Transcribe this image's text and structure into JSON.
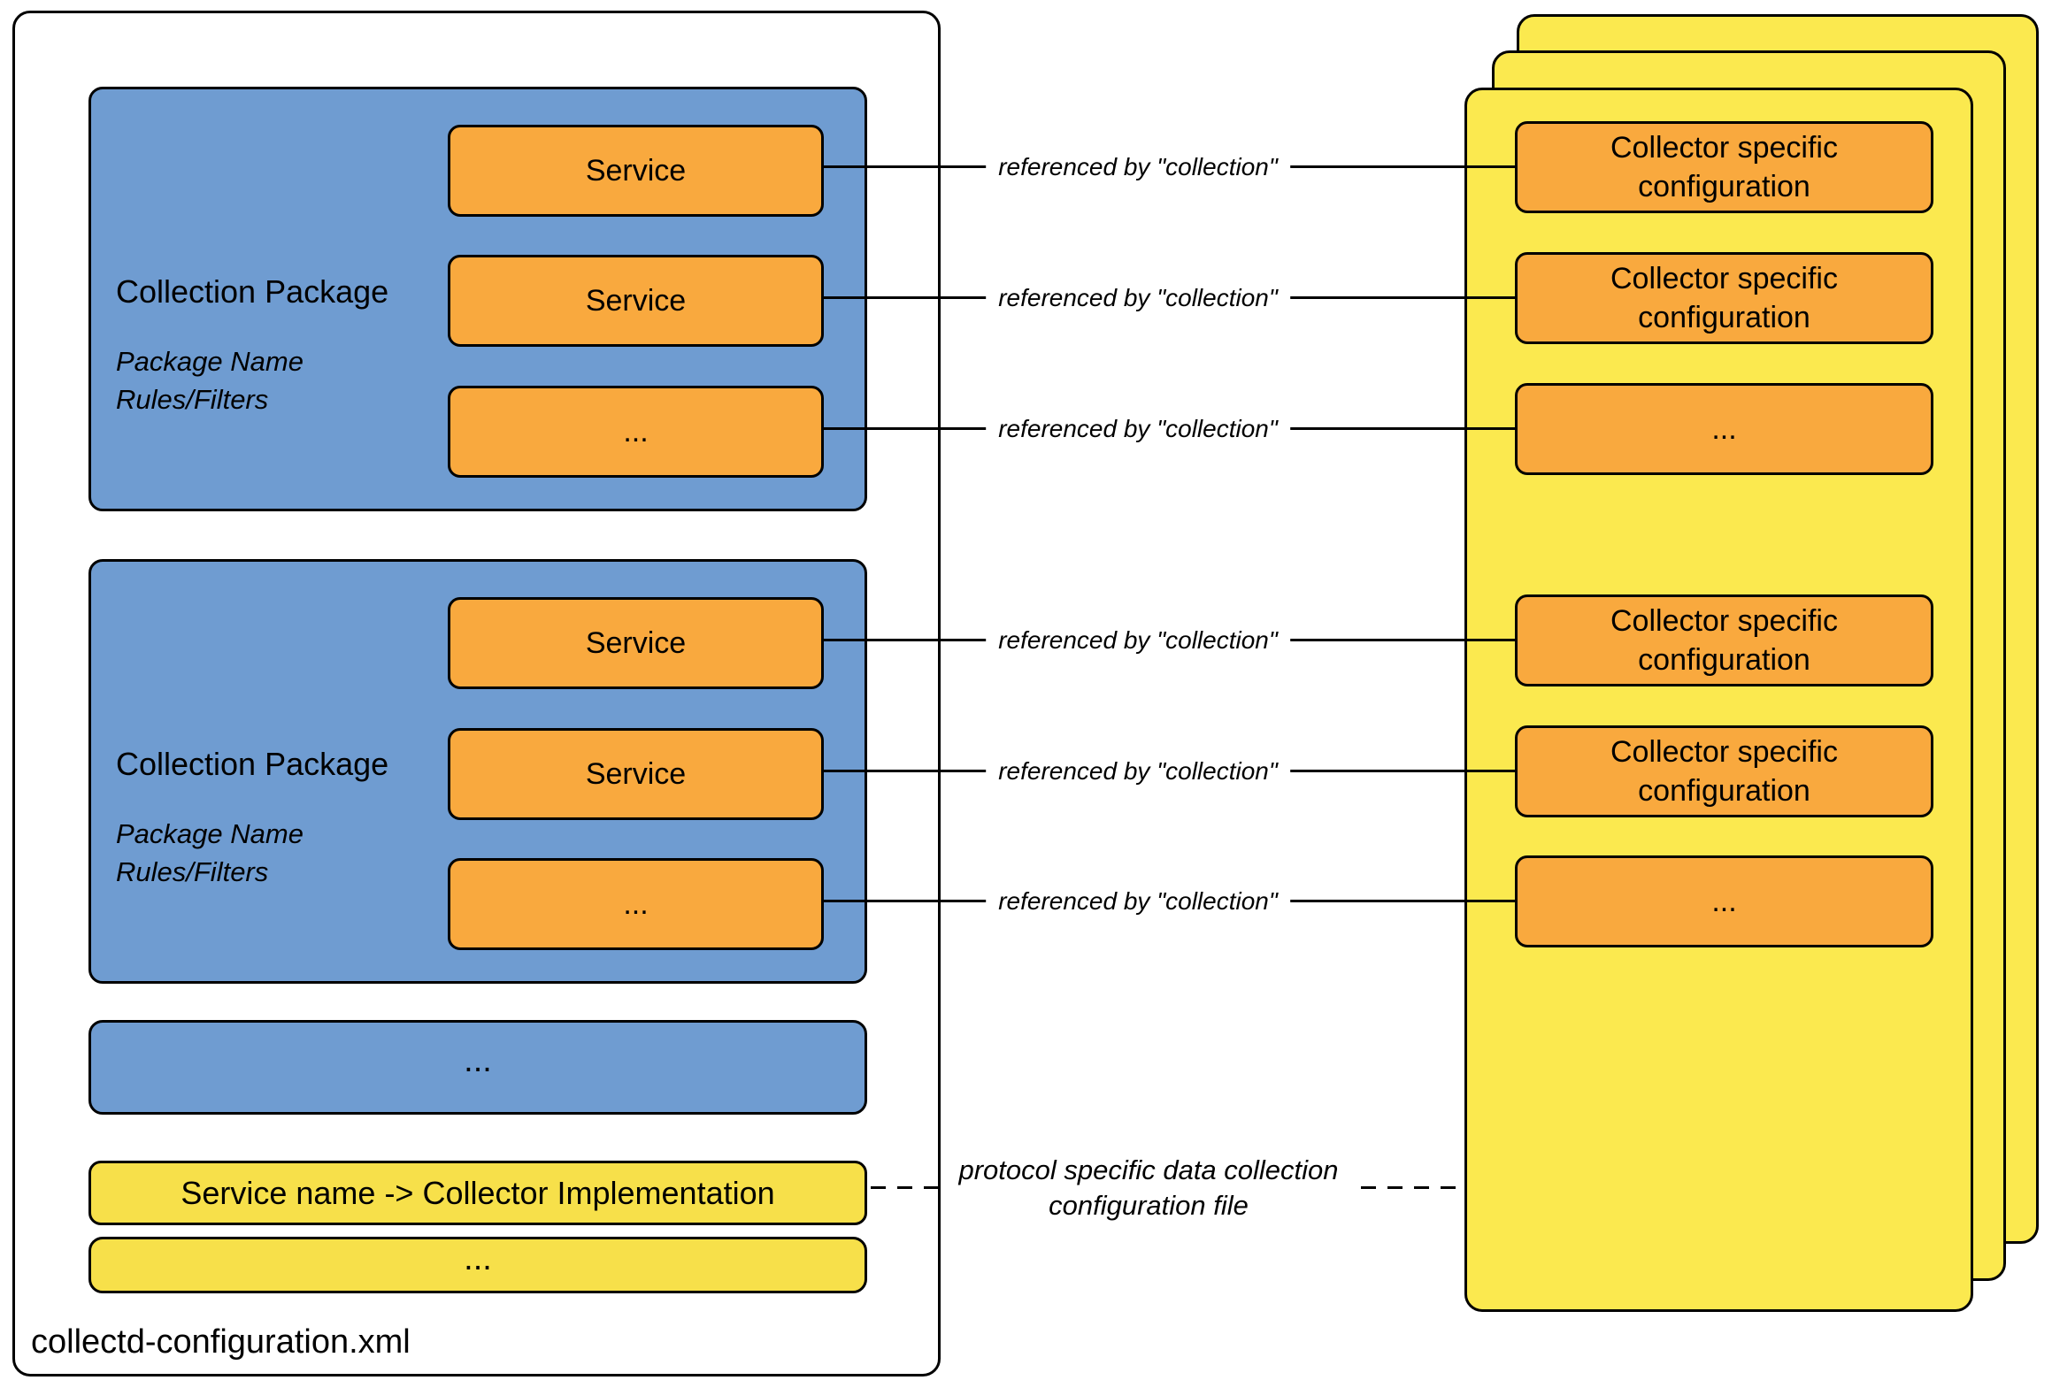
{
  "diagram": {
    "file_container": {
      "label": "collectd-configuration.xml",
      "packages": [
        {
          "title": "Collection Package",
          "subtitle_line1": "Package Name",
          "subtitle_line2": "Rules/Filters",
          "services": [
            "Service",
            "Service",
            "..."
          ]
        },
        {
          "title": "Collection Package",
          "subtitle_line1": "Package Name",
          "subtitle_line2": "Rules/Filters",
          "services": [
            "Service",
            "Service",
            "..."
          ]
        }
      ],
      "more_packages_label": "...",
      "mapping_box_label": "Service name -> Collector Implementation",
      "more_mappings_label": "..."
    },
    "collector_stack": {
      "boxes": [
        "Collector specific configuration",
        "Collector specific configuration",
        "...",
        "Collector specific configuration",
        "Collector specific configuration",
        "..."
      ]
    },
    "connections": {
      "referenced_label": "referenced by \"collection\"",
      "protocol_label_line1": "protocol specific data collection",
      "protocol_label_line2": "configuration file"
    },
    "colors": {
      "blue": "#6F9CD1",
      "orange": "#F9A93E",
      "yellow_stack": "#FBE94F",
      "yellow_box": "#F7E04A",
      "stroke": "#000000",
      "background": "#FFFFFF"
    }
  }
}
